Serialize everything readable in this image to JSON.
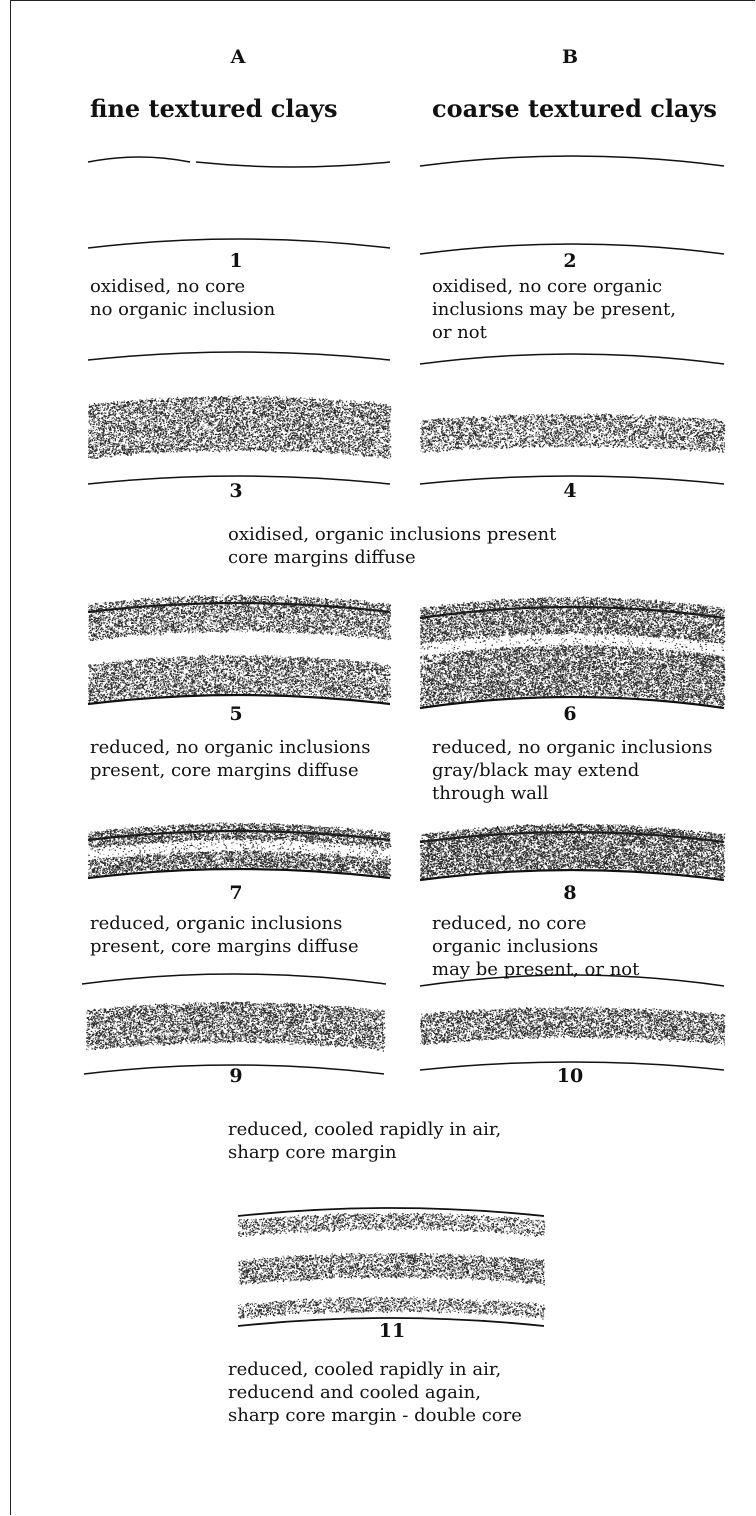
{
  "columns": {
    "a": {
      "letter": "A",
      "title": "fine textured clays"
    },
    "b": {
      "letter": "B",
      "title": "coarse textured clays"
    }
  },
  "samples": [
    {
      "id": "1",
      "caption": [
        "oxidised, no core",
        "no organic inclusion"
      ]
    },
    {
      "id": "2",
      "caption": [
        "oxidised, no core organic",
        "inclusions may be present,",
        "or not"
      ]
    },
    {
      "id": "3"
    },
    {
      "id": "4"
    },
    {
      "id": "5",
      "caption": [
        "reduced, no organic inclusions",
        "present, core margins diffuse"
      ]
    },
    {
      "id": "6",
      "caption": [
        "reduced, no organic inclusions",
        "gray/black may extend",
        "through wall"
      ]
    },
    {
      "id": "7",
      "caption": [
        "reduced, organic inclusions",
        "present, core margins diffuse"
      ]
    },
    {
      "id": "8",
      "caption": [
        "reduced, no core",
        "organic inclusions",
        "may be present, or not"
      ]
    },
    {
      "id": "9"
    },
    {
      "id": "10"
    },
    {
      "id": "11"
    }
  ],
  "shared_captions": {
    "s3_4": [
      "oxidised, organic inclusions present",
      "core margins diffuse"
    ],
    "s9_10": [
      "reduced, cooled rapidly in air,",
      "sharp core margin"
    ],
    "s11": [
      "reduced, cooled rapidly in air,",
      "reducend and cooled again,",
      "sharp core margin - double core"
    ]
  },
  "colors": {
    "ink": "#111111",
    "stipple": "#2a2a2a",
    "background": "#ffffff"
  }
}
